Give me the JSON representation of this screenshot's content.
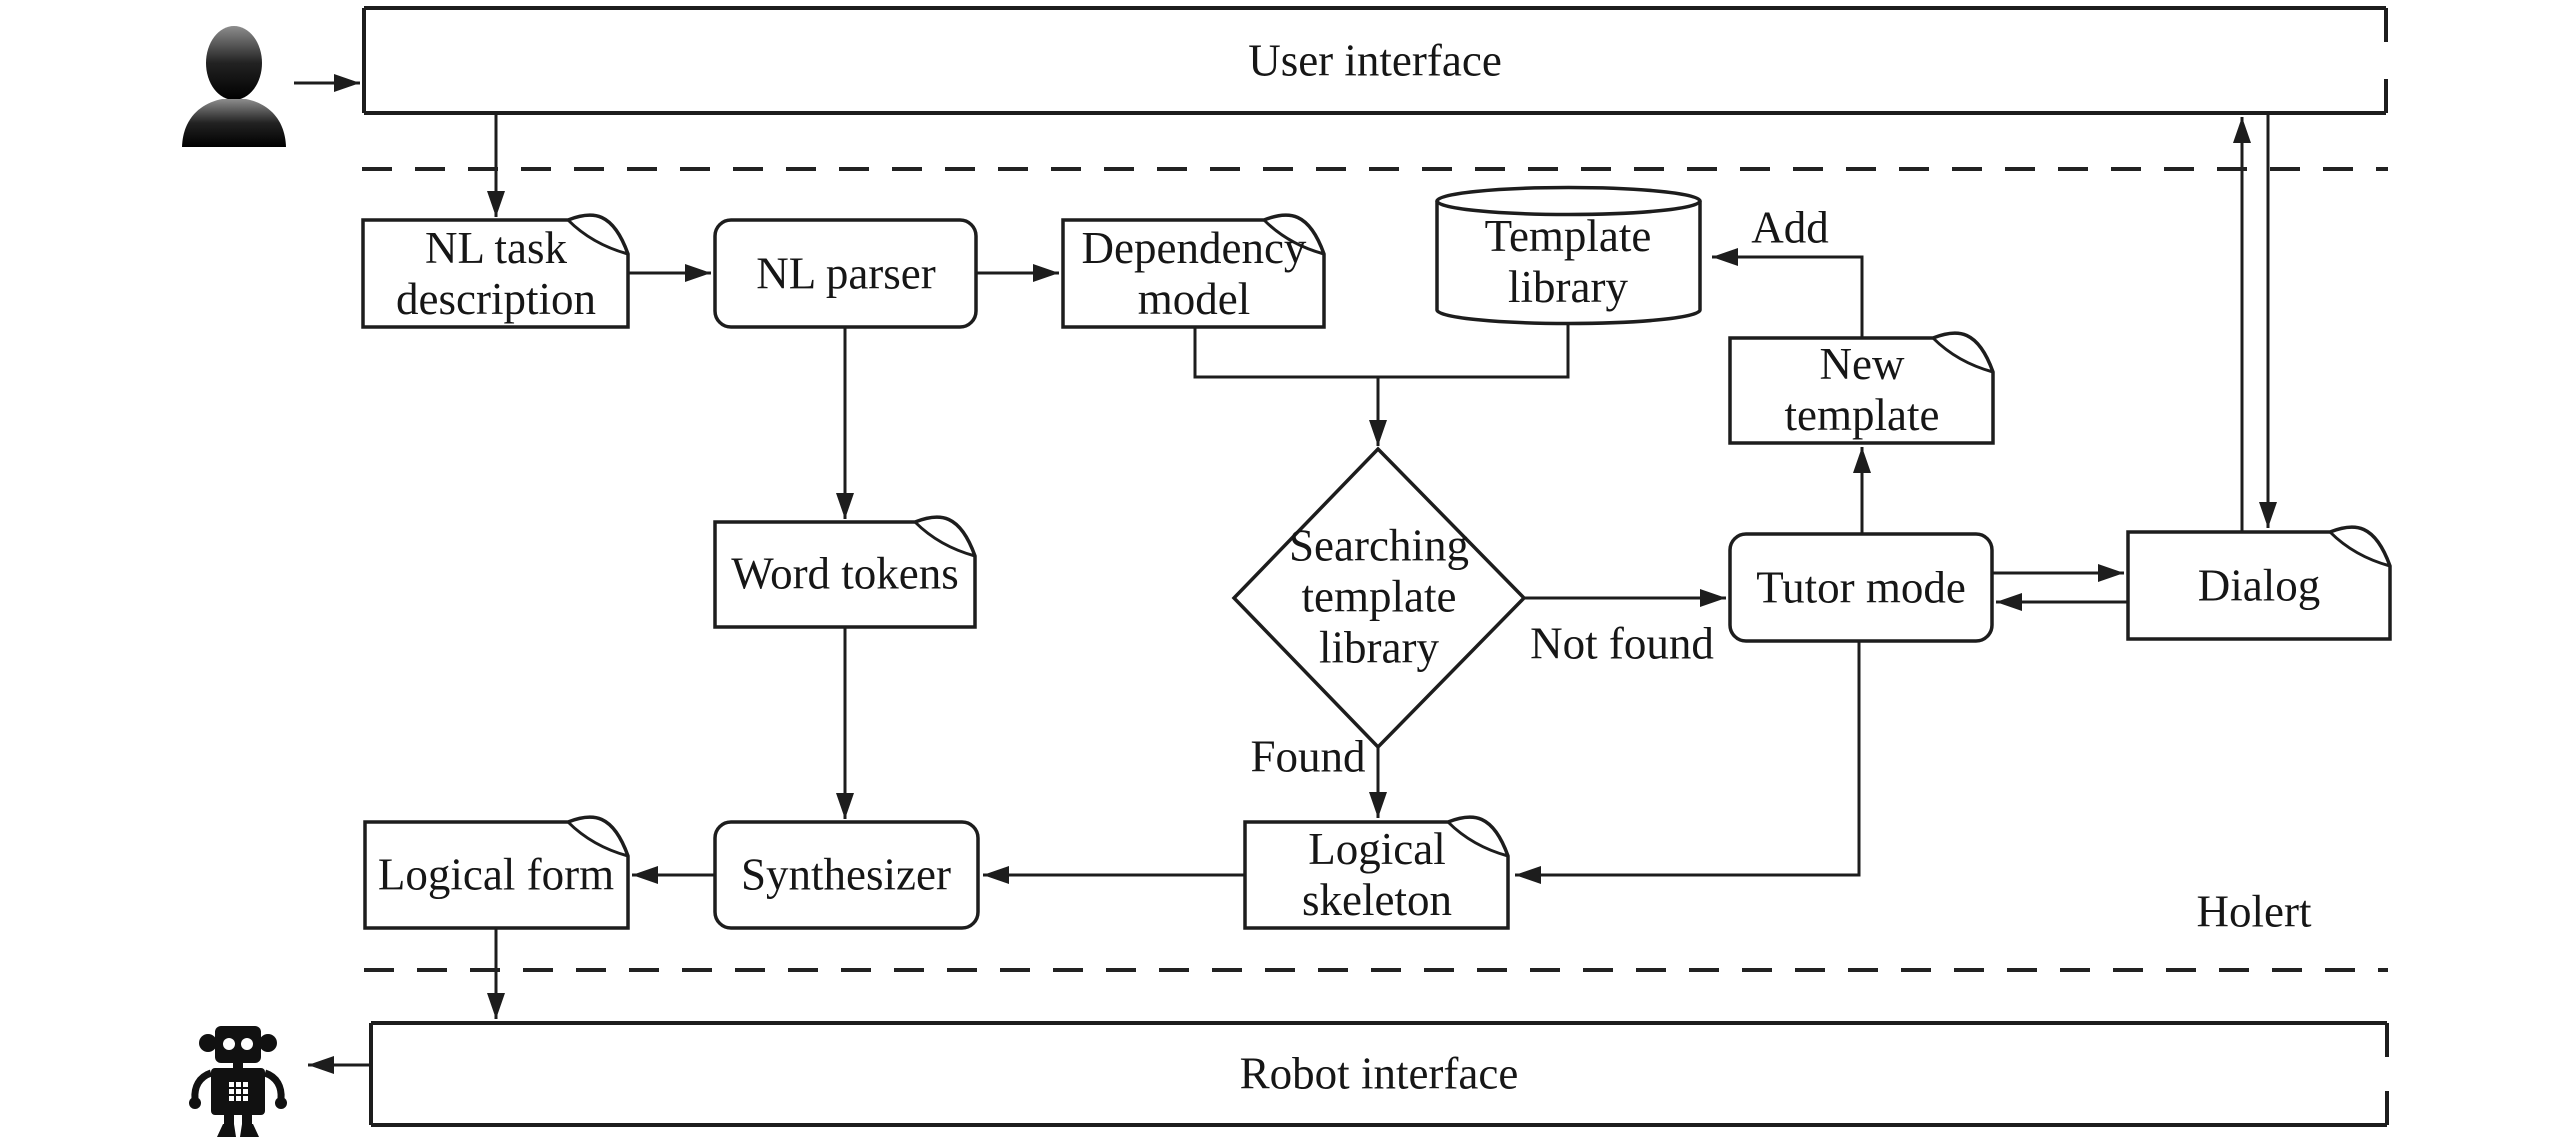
{
  "diagram": {
    "title_hint": "Holert natural-language-to-robot task pipeline",
    "bars": {
      "user_interface": "User interface",
      "robot_interface": "Robot interface"
    },
    "nodes": {
      "nl_task_description": "NL task description",
      "nl_parser": "NL parser",
      "dependency_model": "Dependency model",
      "template_library": "Template library",
      "new_template": "New template",
      "word_tokens": "Word tokens",
      "searching_template_library": "Searching template library",
      "tutor_mode": "Tutor mode",
      "dialog": "Dialog",
      "synthesizer": "Synthesizer",
      "logical_form": "Logical form",
      "logical_skeleton": "Logical skeleton"
    },
    "edge_labels": {
      "add": "Add",
      "not_found": "Not found",
      "found": "Found"
    },
    "system_label": "Holert",
    "icons": {
      "user": "user-icon",
      "robot": "robot-icon"
    },
    "colors": {
      "line": "#1d1d1d",
      "background": "#ffffff",
      "icon_fill": "#111111"
    }
  }
}
